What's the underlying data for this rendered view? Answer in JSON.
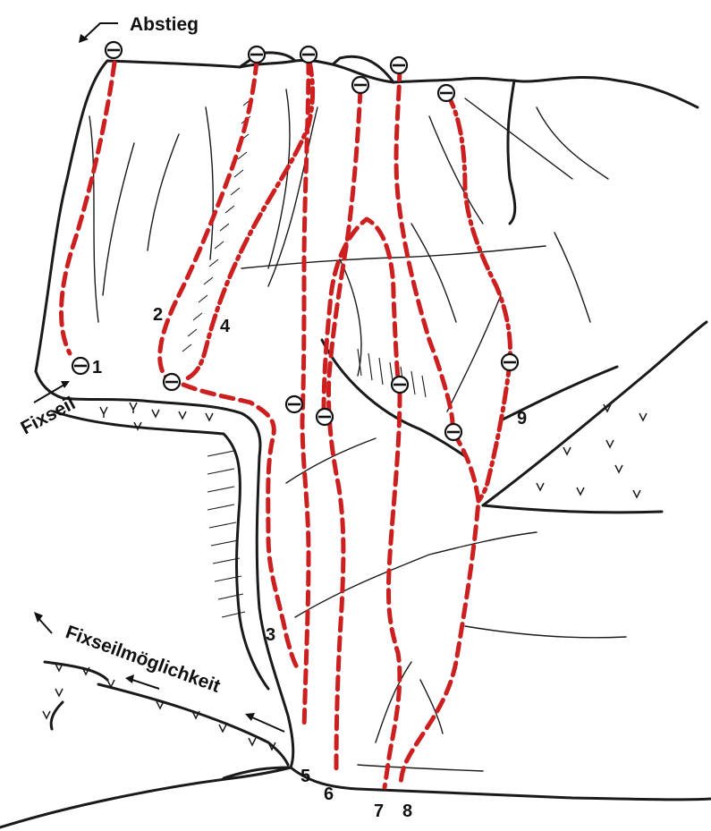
{
  "labels": {
    "descent": "Abstieg",
    "fixed_rope": "Fixseil",
    "fixed_rope_option": "Fixseilmöglichkeit"
  },
  "routes": [
    {
      "number": "1"
    },
    {
      "number": "2"
    },
    {
      "number": "3"
    },
    {
      "number": "4"
    },
    {
      "number": "5"
    },
    {
      "number": "6"
    },
    {
      "number": "7"
    },
    {
      "number": "8"
    },
    {
      "number": "9"
    }
  ],
  "colors": {
    "route": "#cc1f1f",
    "rock_line": "#1a1a1a",
    "background": "#ffffff"
  },
  "icons": {
    "anchor": "belay-anchor-icon",
    "arrow": "direction-arrow-icon",
    "grass": "grass-tuft-icon"
  }
}
